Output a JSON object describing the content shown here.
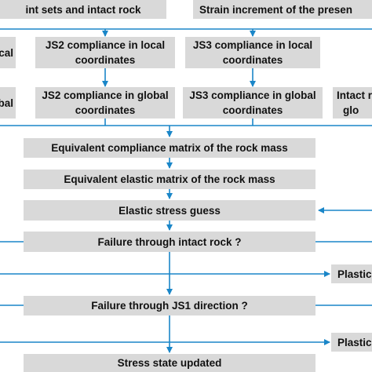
{
  "boxes": {
    "joint_sets_rock": "int sets and intact rock",
    "strain_increment": "Strain increment of the presen",
    "js1_local": "cal",
    "js2_local": [
      "JS2 compliance in local",
      "coordinates"
    ],
    "js3_local": [
      "JS3 compliance in local",
      "coordinates"
    ],
    "js1_global": "bal",
    "js2_global": [
      "JS2 compliance in global",
      "coordinates"
    ],
    "js3_global": [
      "JS3 compliance in global",
      "coordinates"
    ],
    "intact_global": [
      "Intact r",
      "glo"
    ],
    "equiv_compliance": "Equivalent compliance matrix of the rock mass",
    "equiv_elastic": "Equivalent elastic matrix of the rock mass",
    "elastic_guess": "Elastic stress guess",
    "failure_intact": "Failure through intact rock ?",
    "plastic_1": "Plastic",
    "failure_js1": "Failure through JS1 direction ?",
    "plastic_2": "Plastic",
    "stress_updated": "Stress state updated"
  },
  "colors": {
    "box_fill": "#d9d9d9",
    "line": "#1a86c8",
    "text": "#111111"
  }
}
